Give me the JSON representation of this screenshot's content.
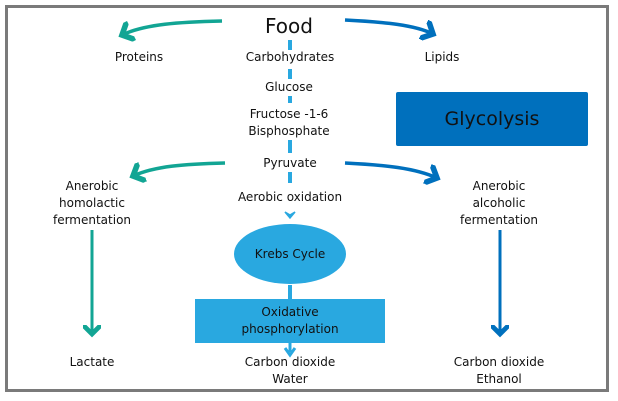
{
  "diagram": {
    "title": "Food",
    "branches_top": {
      "left": "Proteins",
      "center": "Carbohydrates",
      "right": "Lipids"
    },
    "pathway": {
      "glucose": "Glucose",
      "fructose_line1": "Fructose -1-6",
      "fructose_line2": "Bisphosphate",
      "pyruvate": "Pyruvate"
    },
    "glycolysis_label": "Glycolysis",
    "branches_pyruvate": {
      "left": [
        "Anerobic",
        "homolactic",
        "fermentation"
      ],
      "center": "Aerobic oxidation",
      "right": [
        "Anerobic",
        "alcoholic",
        "fermentation"
      ]
    },
    "krebs_label": "Krebs Cycle",
    "oxphos_label": [
      "Oxidative",
      "phosphorylation"
    ],
    "products": {
      "left": "Lactate",
      "center": [
        "Carbon dioxide",
        "Water"
      ],
      "right": [
        "Carbon dioxide",
        "Ethanol"
      ]
    },
    "colors": {
      "teal": "#12a594",
      "dark_blue": "#0070bd",
      "light_blue": "#29a8e0",
      "frame": "#7a7a7a"
    }
  }
}
